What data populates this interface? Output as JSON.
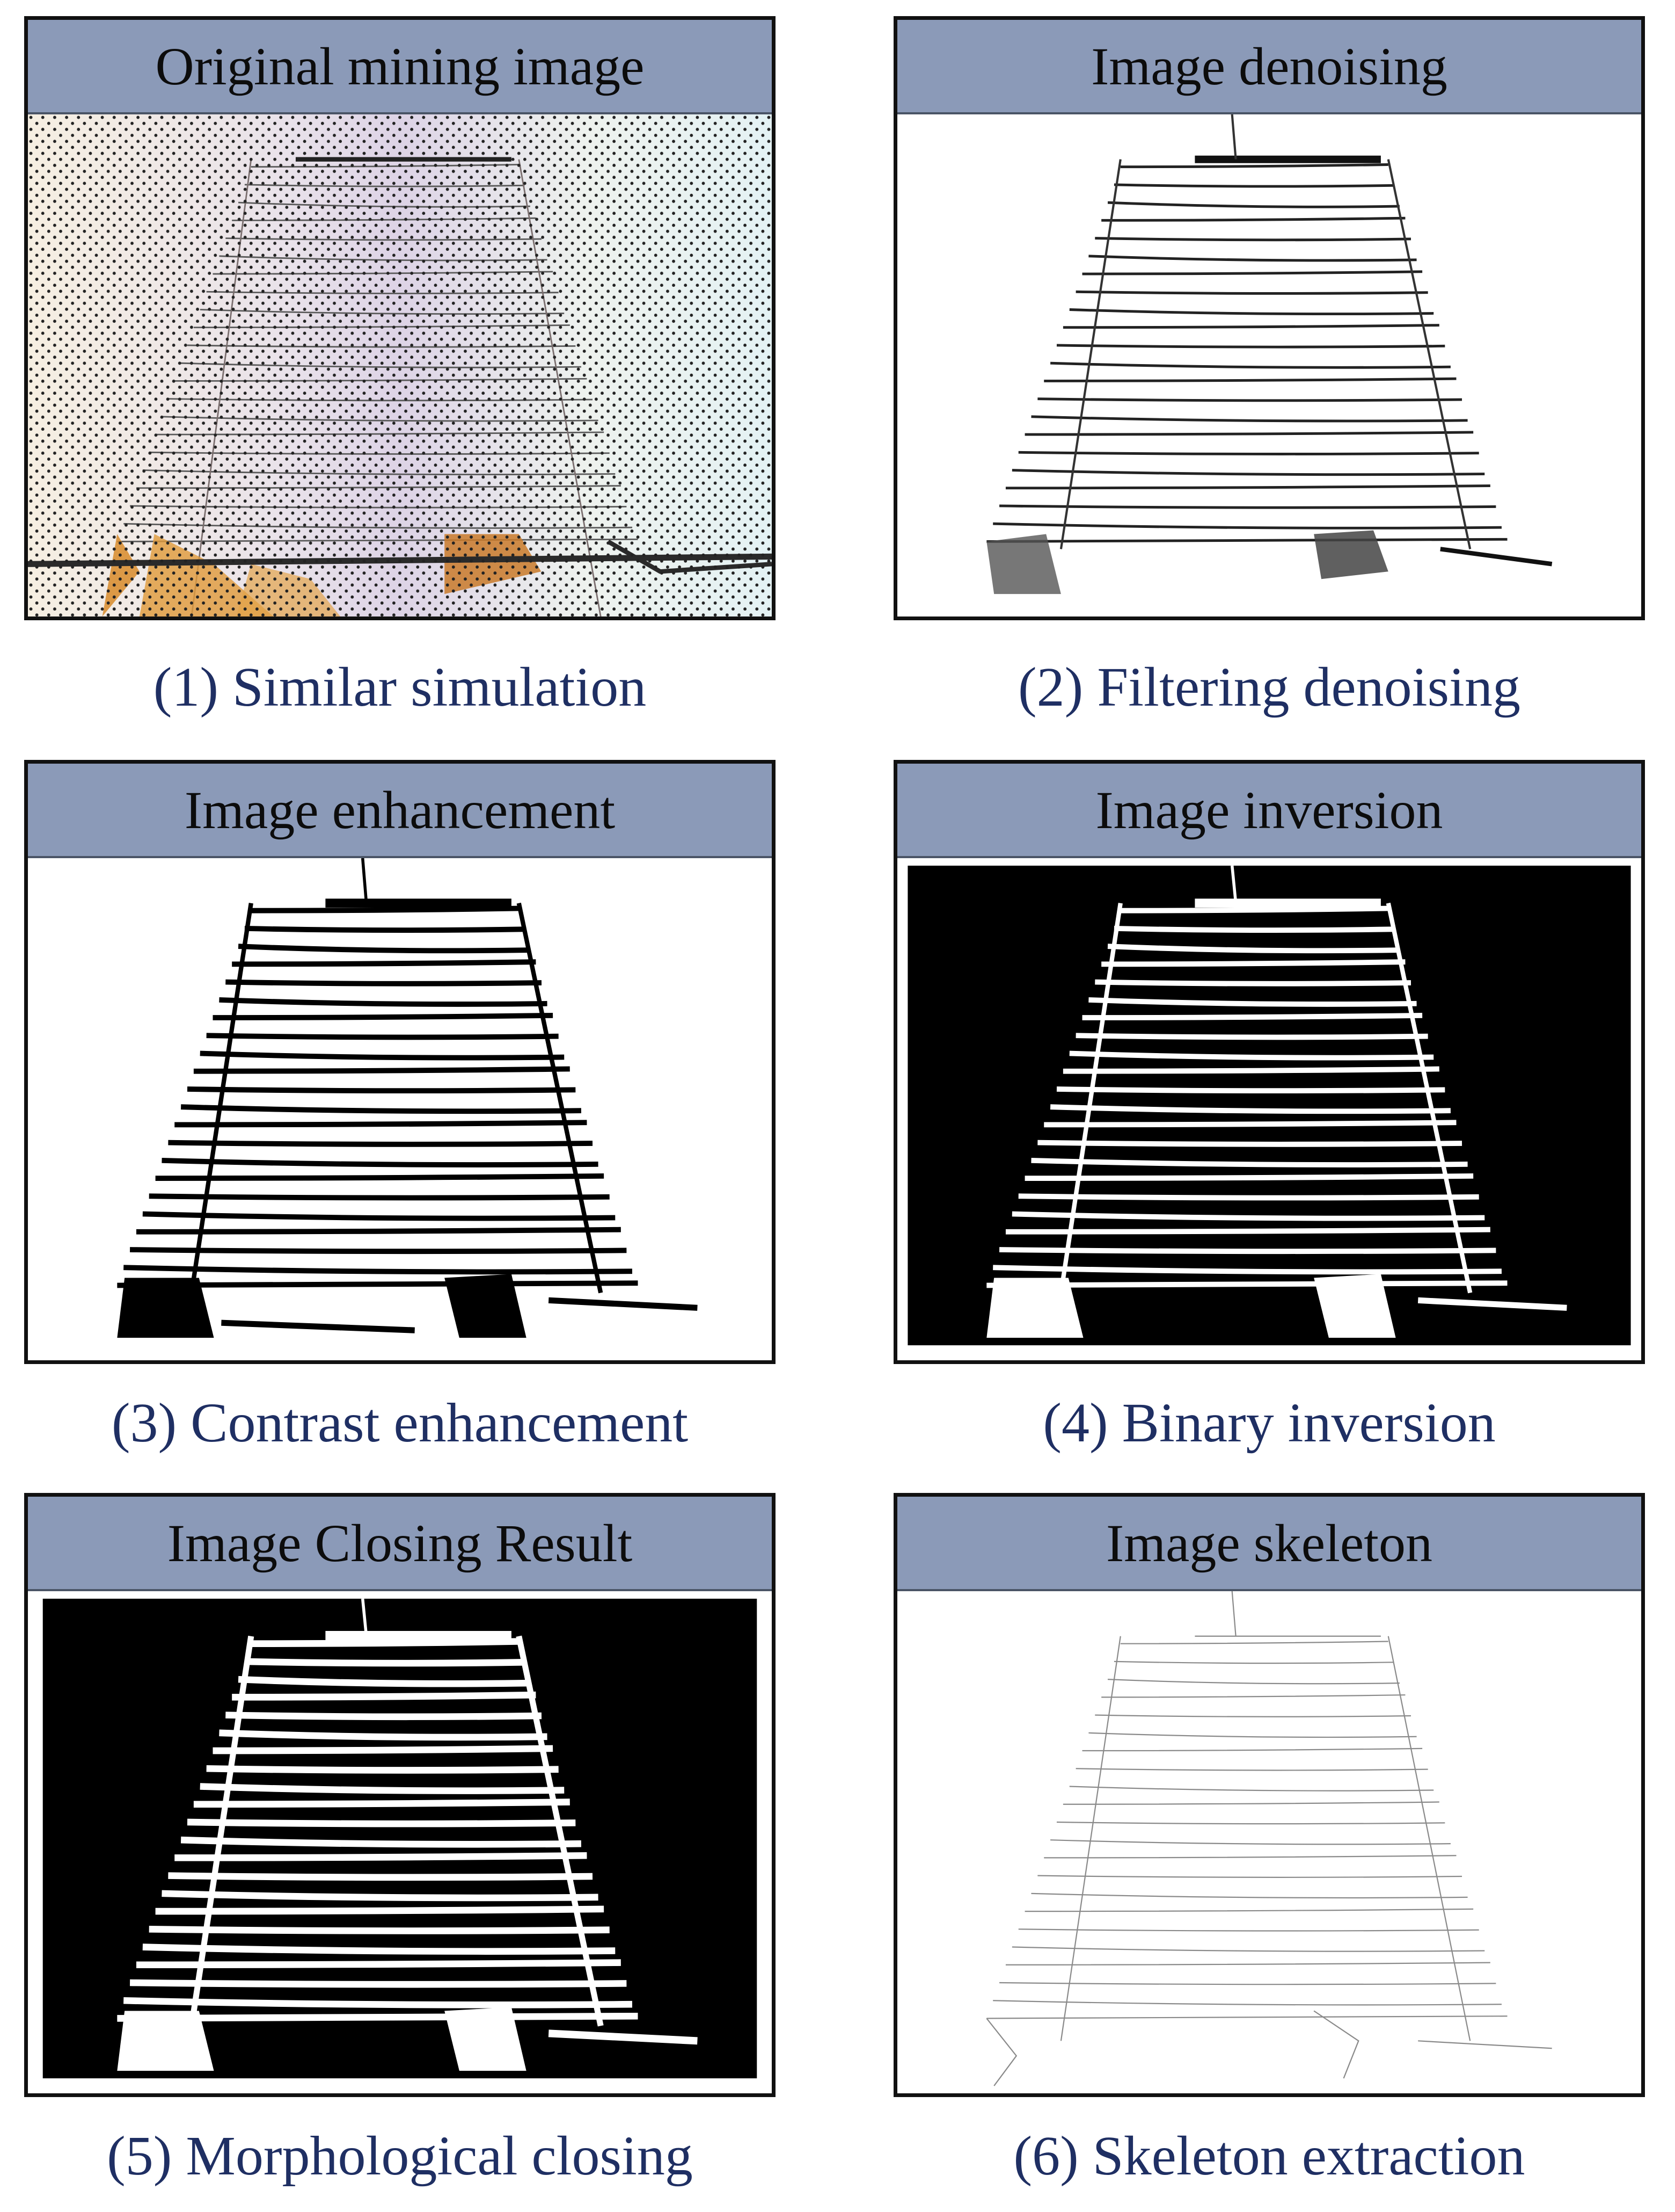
{
  "colors": {
    "header_bg": "#8b9ab8",
    "caption_text": "#1f2f63",
    "border": "#111111"
  },
  "panels": [
    {
      "title": "Original mining image",
      "caption": "(1) Similar simulation"
    },
    {
      "title": "Image denoising",
      "caption": "(2) Filtering denoising"
    },
    {
      "title": "Image enhancement",
      "caption": "(3) Contrast enhancement"
    },
    {
      "title": "Image inversion",
      "caption": "(4) Binary inversion"
    },
    {
      "title": "Image Closing Result",
      "caption": "(5) Morphological closing"
    },
    {
      "title": "Image skeleton",
      "caption": "(6) Skeleton extraction"
    }
  ]
}
